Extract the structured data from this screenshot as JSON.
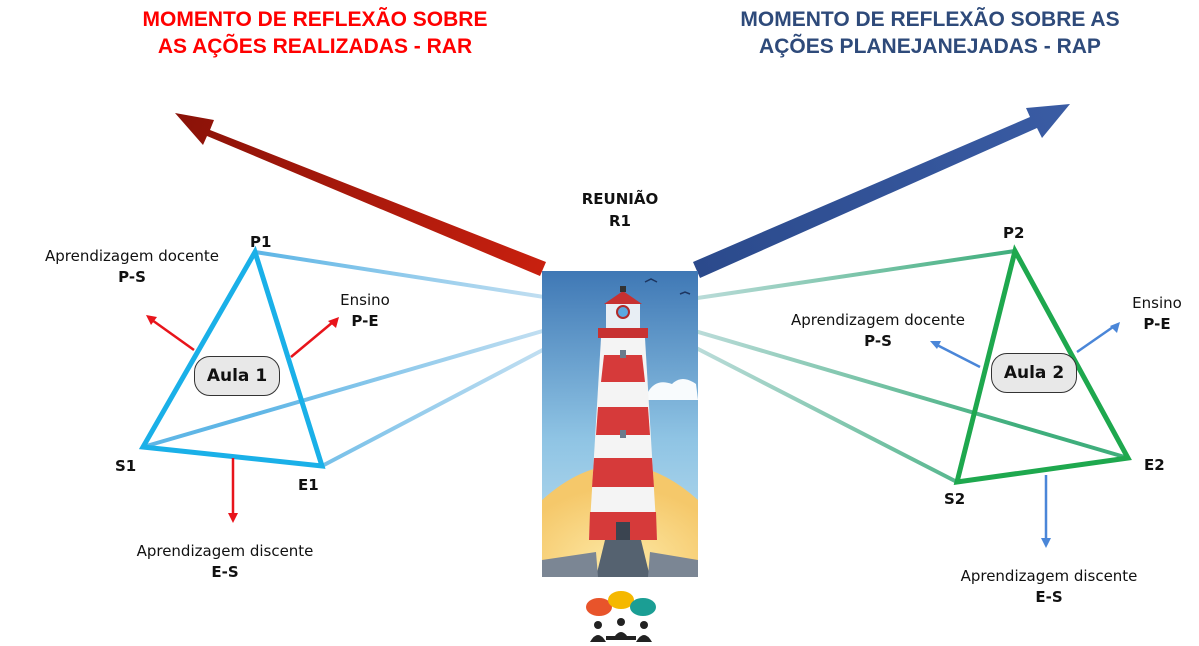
{
  "titles": {
    "left_line1": "MOMENTO DE REFLEXÃO SOBRE",
    "left_line2": "AS AÇÕES REALIZADAS - RAR",
    "right_line1": "MOMENTO DE REFLEXÃO SOBRE AS",
    "right_line2": "AÇÕES PLANEJANEJADAS - RAP",
    "left_color": "#ff0000",
    "right_color": "#2e4a7a"
  },
  "meeting": {
    "line1": "REUNIÃO",
    "line2": "R1",
    "icon": "meeting-people-icon"
  },
  "lighthouse_icon": "lighthouse-icon",
  "left_triangle": {
    "color": "#1ab0e8",
    "arrow_color": "#e8141b",
    "aula": "Aula 1",
    "vertices": {
      "p": "P1",
      "s": "S1",
      "e": "E1"
    },
    "labels": {
      "docente_title": "Aprendizagem docente",
      "docente_code": "P-S",
      "ensino_title": "Ensino",
      "ensino_code": "P-E",
      "discente_title": "Aprendizagem discente",
      "discente_code": "E-S"
    }
  },
  "right_triangle": {
    "color": "#1ea84e",
    "arrow_color": "#4a86d8",
    "aula": "Aula 2",
    "vertices": {
      "p": "P2",
      "s": "S2",
      "e": "E2"
    },
    "labels": {
      "docente_title": "Aprendizagem docente",
      "docente_code": "P-S",
      "ensino_title": "Ensino",
      "ensino_code": "P-E",
      "discente_title": "Aprendizagem discente",
      "discente_code": "E-S"
    }
  }
}
